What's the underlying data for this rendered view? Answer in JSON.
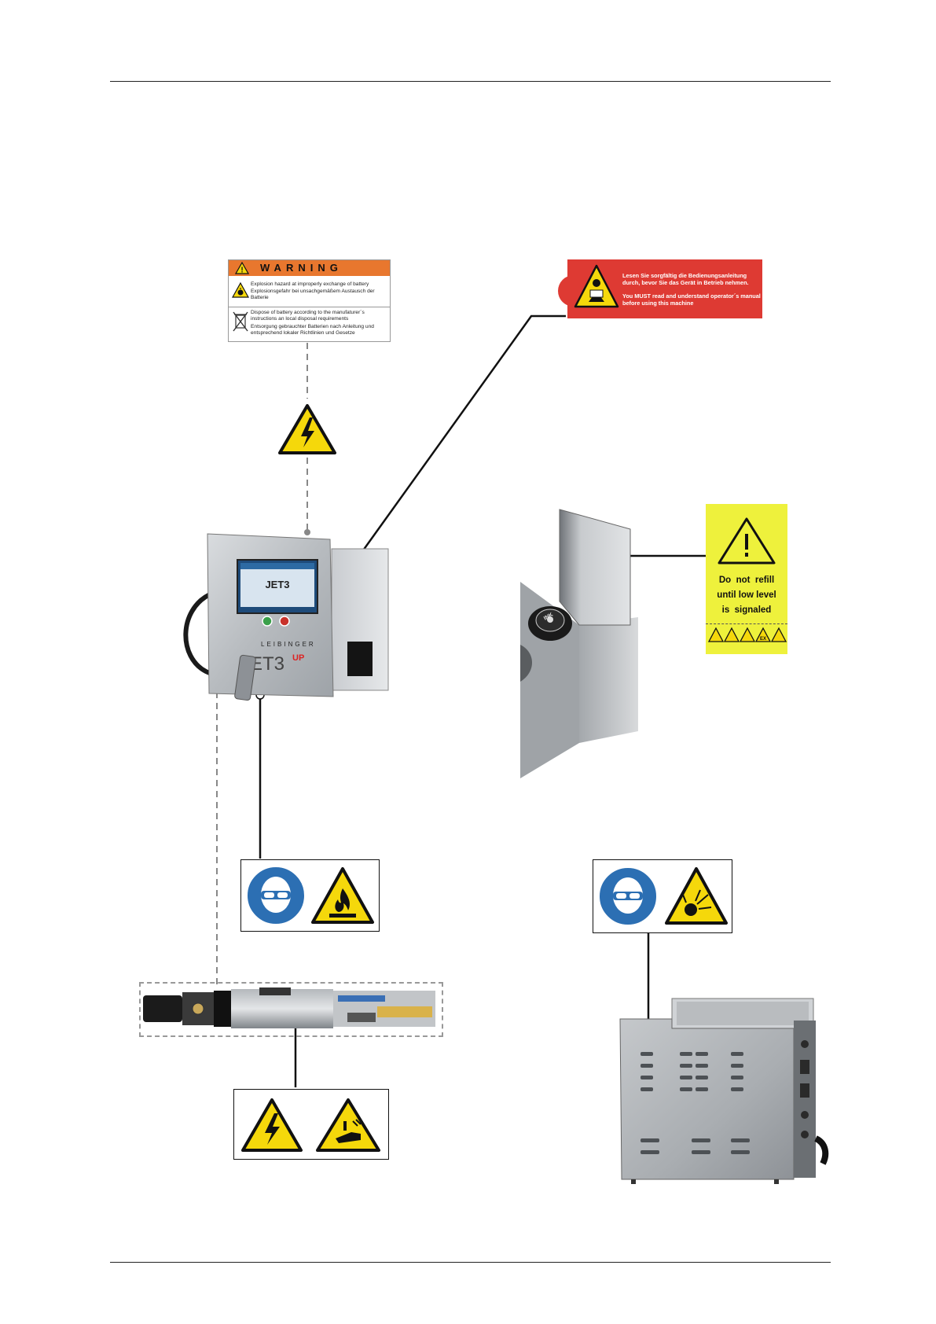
{
  "battery_warning_label": {
    "header": "WARNING",
    "line_1": "Explosion hazard at improperly exchange of battery",
    "line_2": "Explosionsgefahr bei unsachgemäßem Austausch der Batterie",
    "line_3": "Dispose of battery according to the manufaturer´s instructions an local disposal requirements",
    "line_4": "Entsorgung gebrauchter Batterien nach Anleitung und entsprechend lokaler Richtlinien und Gesetze"
  },
  "manual_label": {
    "german_text": "Lesen Sie sorgfältig die Bedienungsanleitung durch, bevor Sie das Gerät in Betrieb nehmen.",
    "english_text": "You MUST read and understand operator´s manual before using this machine"
  },
  "refill_label": {
    "line_1": "Do  not  refill",
    "line_2": "until low level",
    "line_3": "is  signaled",
    "hazard_strip": [
      "EX"
    ]
  },
  "printer": {
    "brand": "LEIBINGER",
    "model": "JET3",
    "model_suffix": "UP",
    "screen_logo": "JET3"
  },
  "ink_cap": {
    "label": "INK"
  },
  "icons": {
    "warning_electric": "lightning-warning-icon",
    "safety_goggles": "goggles-mandatory-icon",
    "flammable": "flammable-warning-icon",
    "explosive": "explosive-warning-icon",
    "hand_crush": "hand-injury-warning-icon",
    "manual_reader": "read-manual-icon",
    "general_caution": "caution-icon"
  },
  "colors": {
    "warning_orange": "#e8772e",
    "manual_red": "#de3a33",
    "hazard_yellow": "#f5d80b",
    "mandatory_blue": "#2c6fb3",
    "refill_yellow": "#eef13c"
  }
}
